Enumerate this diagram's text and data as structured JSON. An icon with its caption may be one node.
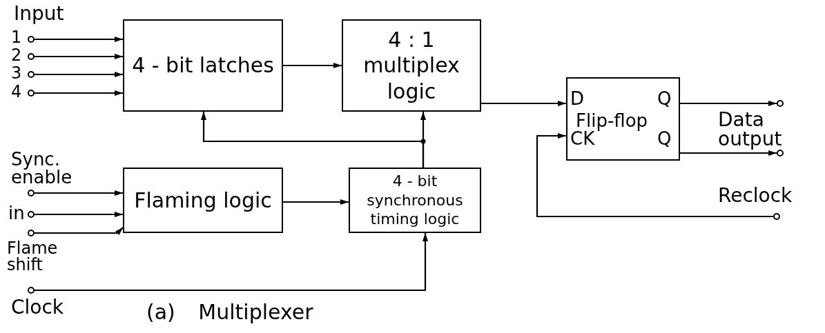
{
  "diagram": {
    "caption": "(a) Multiplexer",
    "nodes": [
      {
        "text": [
          "4 - bit latches"
        ]
      },
      {
        "text": [
          "4 : 1 multiplex logic"
        ]
      },
      {
        "text": [
          "D",
          "Q",
          "Flip-flop",
          "CK",
          "Q"
        ]
      },
      {
        "text": [
          "Flaming logic"
        ]
      },
      {
        "text": [
          "4 - bit synchronous timing logic"
        ]
      },
      {
        "text": [],
        "shape": "circle",
        "beside": [
          "1"
        ]
      },
      {
        "text": [],
        "shape": "circle",
        "beside": [
          "2"
        ]
      },
      {
        "text": [],
        "shape": "circle",
        "beside": [
          "3"
        ]
      },
      {
        "text": [],
        "shape": "circle",
        "beside": [
          "4"
        ]
      },
      {
        "text": [],
        "shape": "circle",
        "beside": [
          "Sync. enable"
        ]
      },
      {
        "text": [],
        "shape": "circle",
        "beside": [
          "in"
        ]
      },
      {
        "text": [],
        "shape": "circle",
        "beside": [
          "Flame shift"
        ]
      },
      {
        "text": [],
        "shape": "circle",
        "beside": [
          "Clock"
        ]
      },
      {
        "text": [],
        "shape": "circle"
      },
      {
        "text": [],
        "shape": "circle"
      },
      {
        "text": [],
        "shape": "circle",
        "beside": [
          "Reclock"
        ]
      }
    ],
    "edges": [
      {
        "from": 5,
        "to": 0,
        "arrow": "to"
      },
      {
        "from": 6,
        "to": 0,
        "arrow": "to"
      },
      {
        "from": 7,
        "to": 0,
        "arrow": "to"
      },
      {
        "from": 8,
        "to": 0,
        "arrow": "to"
      },
      {
        "from": 0,
        "to": 1,
        "arrow": "to"
      },
      {
        "from": 1,
        "to": 2,
        "arrow": "to"
      },
      {
        "from": 9,
        "to": 3,
        "arrow": "to"
      },
      {
        "from": 10,
        "to": 3,
        "arrow": "to"
      },
      {
        "from": 11,
        "to": 3,
        "arrow": "to"
      },
      {
        "from": 3,
        "to": 4,
        "arrow": "to"
      },
      {
        "from": 12,
        "to": 4,
        "arrow": "to"
      },
      {
        "from": 4,
        "to": 1,
        "arrow": "to"
      },
      {
        "from": 4,
        "to": 0,
        "arrow": "to"
      },
      {
        "from": 2,
        "to": 13,
        "arrow": "to"
      },
      {
        "from": 2,
        "to": 14,
        "arrow": "to"
      },
      {
        "from": 15,
        "to": 2,
        "arrow": "to"
      }
    ],
    "labels": [
      "Input",
      "Data output"
    ]
  }
}
